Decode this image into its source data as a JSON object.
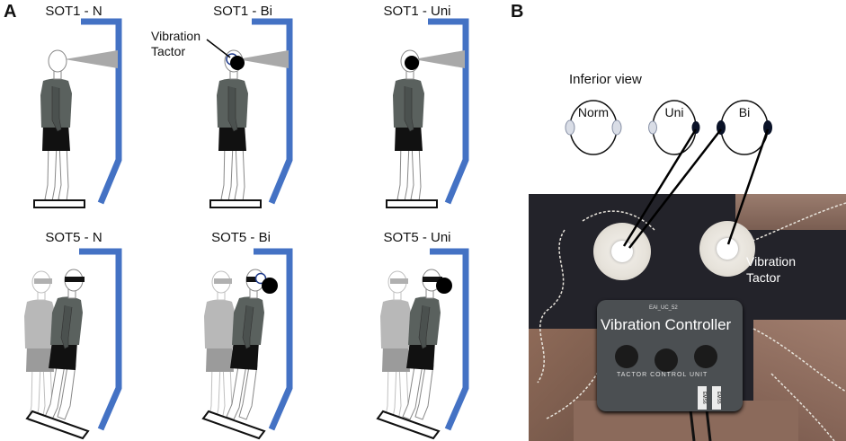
{
  "panel_a": {
    "letter": "A",
    "conditions": [
      "SOT1 - N",
      "SOT1 - Bi",
      "SOT1 - Uni",
      "SOT5 - N",
      "SOT5 - Bi",
      "SOT5 - Uni"
    ],
    "tactor_label": "Vibration\nTactor"
  },
  "panel_b": {
    "letter": "B",
    "inferior_view": "Inferior view",
    "heads": [
      "Norm",
      "Uni",
      "Bi"
    ],
    "photo_tactor_label": "Vibration\nTactor",
    "controller_label": "Vibration Controller",
    "unit_text": "TACTOR CONTROL UNIT",
    "unit_id": "EAI_UC_52",
    "port_labels": [
      "EMS6",
      "EMS5"
    ]
  },
  "colors": {
    "wall": "#4472c4",
    "shirt": "#5a615e",
    "shorts": "#111111",
    "tactor_light": "#d9dde6",
    "photo_bg": "#1f1f22",
    "controller": "#4b4f52"
  }
}
